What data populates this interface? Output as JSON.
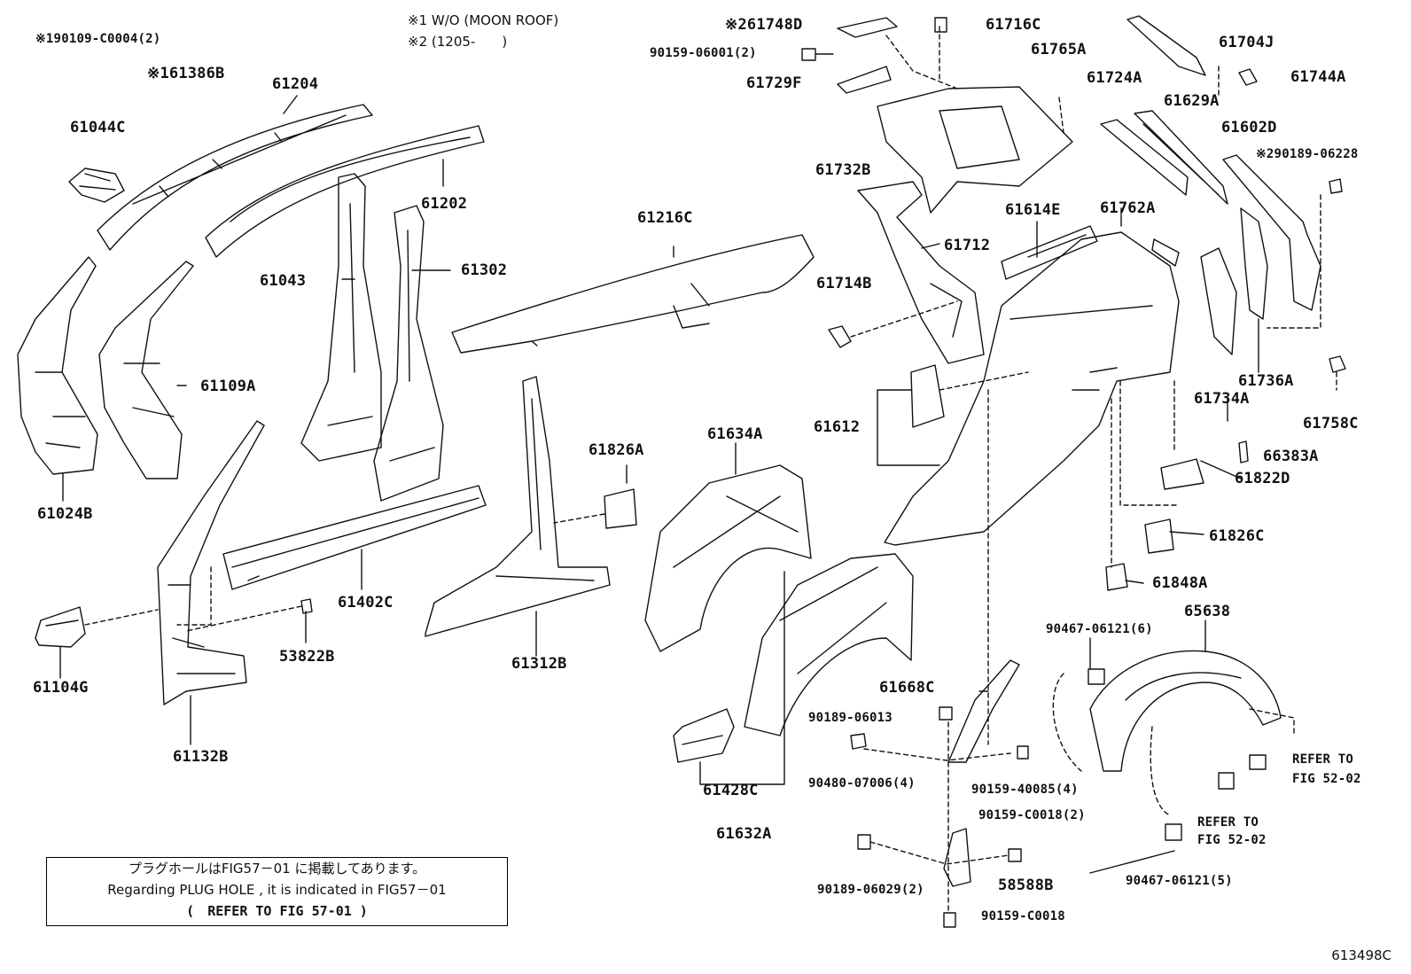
{
  "diagram": {
    "figure_id": "613498C",
    "notes": [
      "※1 W/O (MOON ROOF)",
      "※2 (1205-　　)"
    ],
    "plug_hole_note": {
      "line1": "プラグホールはFIG57－01 に掲載してあります。",
      "line2": "Regarding PLUG HOLE , it is indicated in FIG57－01",
      "line3": "(　REFER TO FIG 57-01 )"
    },
    "labels": [
      {
        "id": "p1",
        "text": "※190109-C0004(2)"
      },
      {
        "id": "p2",
        "text": "※161386B"
      },
      {
        "id": "p3",
        "text": "61204"
      },
      {
        "id": "p4",
        "text": "61044C"
      },
      {
        "id": "p5",
        "text": "61202"
      },
      {
        "id": "p6",
        "text": "61043"
      },
      {
        "id": "p7",
        "text": "61302"
      },
      {
        "id": "p8",
        "text": "61109A"
      },
      {
        "id": "p9",
        "text": "61024B"
      },
      {
        "id": "p10",
        "text": "61216C"
      },
      {
        "id": "p11",
        "text": "61826A"
      },
      {
        "id": "p12",
        "text": "61402C"
      },
      {
        "id": "p13",
        "text": "53822B"
      },
      {
        "id": "p14",
        "text": "61312B"
      },
      {
        "id": "p15",
        "text": "61104G"
      },
      {
        "id": "p16",
        "text": "61132B"
      },
      {
        "id": "p17",
        "text": "※261748D"
      },
      {
        "id": "p18",
        "text": "90159-06001(2)"
      },
      {
        "id": "p19",
        "text": "61729F"
      },
      {
        "id": "p20",
        "text": "61716C"
      },
      {
        "id": "p21",
        "text": "61765A"
      },
      {
        "id": "p22",
        "text": "61704J"
      },
      {
        "id": "p23",
        "text": "61744A"
      },
      {
        "id": "p24",
        "text": "61724A"
      },
      {
        "id": "p25",
        "text": "61629A"
      },
      {
        "id": "p26",
        "text": "61602D"
      },
      {
        "id": "p27",
        "text": "※290189-06228"
      },
      {
        "id": "p28",
        "text": "61732B"
      },
      {
        "id": "p29",
        "text": "61614E"
      },
      {
        "id": "p30",
        "text": "61762A"
      },
      {
        "id": "p31",
        "text": "61712"
      },
      {
        "id": "p32",
        "text": "61714B"
      },
      {
        "id": "p33",
        "text": "61612"
      },
      {
        "id": "p34",
        "text": "61734A"
      },
      {
        "id": "p35",
        "text": "61736A"
      },
      {
        "id": "p36",
        "text": "61758C"
      },
      {
        "id": "p37",
        "text": "66383A"
      },
      {
        "id": "p38",
        "text": "61822D"
      },
      {
        "id": "p39",
        "text": "61826C"
      },
      {
        "id": "p40",
        "text": "61848A"
      },
      {
        "id": "p41",
        "text": "61634A"
      },
      {
        "id": "p42",
        "text": "65638"
      },
      {
        "id": "p43",
        "text": "90467-06121(6)"
      },
      {
        "id": "p44",
        "text": "61668C"
      },
      {
        "id": "p45",
        "text": "90189-06013"
      },
      {
        "id": "p46",
        "text": "90480-07006(4)"
      },
      {
        "id": "p47",
        "text": "90159-40085(4)"
      },
      {
        "id": "p48",
        "text": "61428C"
      },
      {
        "id": "p49",
        "text": "61632A"
      },
      {
        "id": "p50",
        "text": "90159-C0018(2)"
      },
      {
        "id": "p51",
        "text": "90189-06029(2)"
      },
      {
        "id": "p52",
        "text": "58588B"
      },
      {
        "id": "p53",
        "text": "90159-C0018"
      },
      {
        "id": "p54",
        "text": "90467-06121(5)"
      },
      {
        "id": "p55",
        "text": "REFER TO"
      },
      {
        "id": "p56",
        "text": "FIG 52-02"
      },
      {
        "id": "p57",
        "text": "REFER TO"
      },
      {
        "id": "p58",
        "text": "FIG 52-02"
      }
    ]
  }
}
